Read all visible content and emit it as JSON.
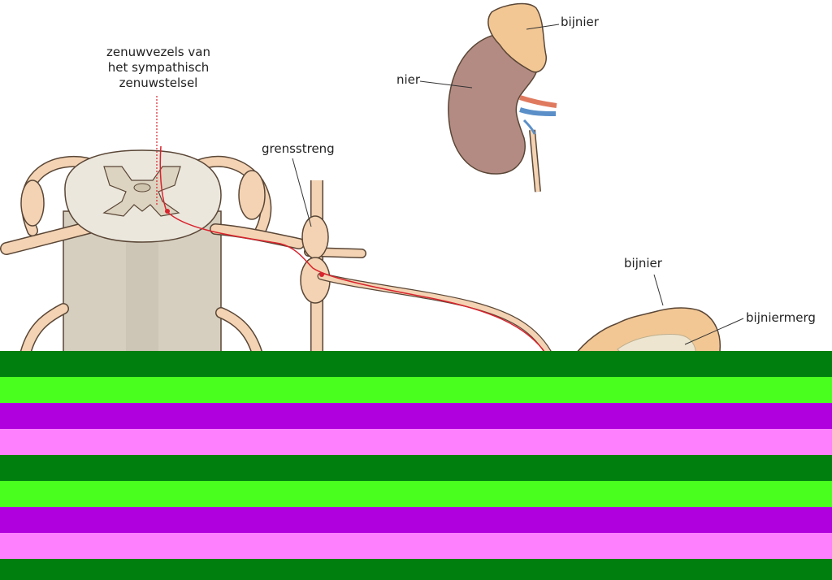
{
  "labels": {
    "sympathetic_fibers": [
      "zenuwvezels van",
      "het sympathisch",
      "zenuwstelsel"
    ],
    "sympathetic_trunk": "grensstreng",
    "kidney": "nier",
    "adrenal_top": "bijnier",
    "adrenal_bottom": "bijnier",
    "adrenal_medulla": "bijniermerg"
  },
  "colors": {
    "nerve_fill": "#f3d3b3",
    "nerve_stroke": "#5a4636",
    "spinal_white_matter": "#ebe7dd",
    "spinal_cylinder": "#d6cfbf",
    "kidney": "#b38b83",
    "adrenal": "#f2c794",
    "red_path": "#d9232d",
    "artery": "#e07a5f",
    "vein": "#5b8fc8",
    "band_dark_green": "#007f0f",
    "band_light_green": "#49ff1e",
    "band_purple": "#b000dd",
    "band_pink": "#ff80ff"
  },
  "artifact_bands": [
    "dark-green",
    "light-green",
    "purple",
    "pink",
    "dark-green",
    "light-green",
    "purple",
    "pink",
    "dark-green"
  ]
}
